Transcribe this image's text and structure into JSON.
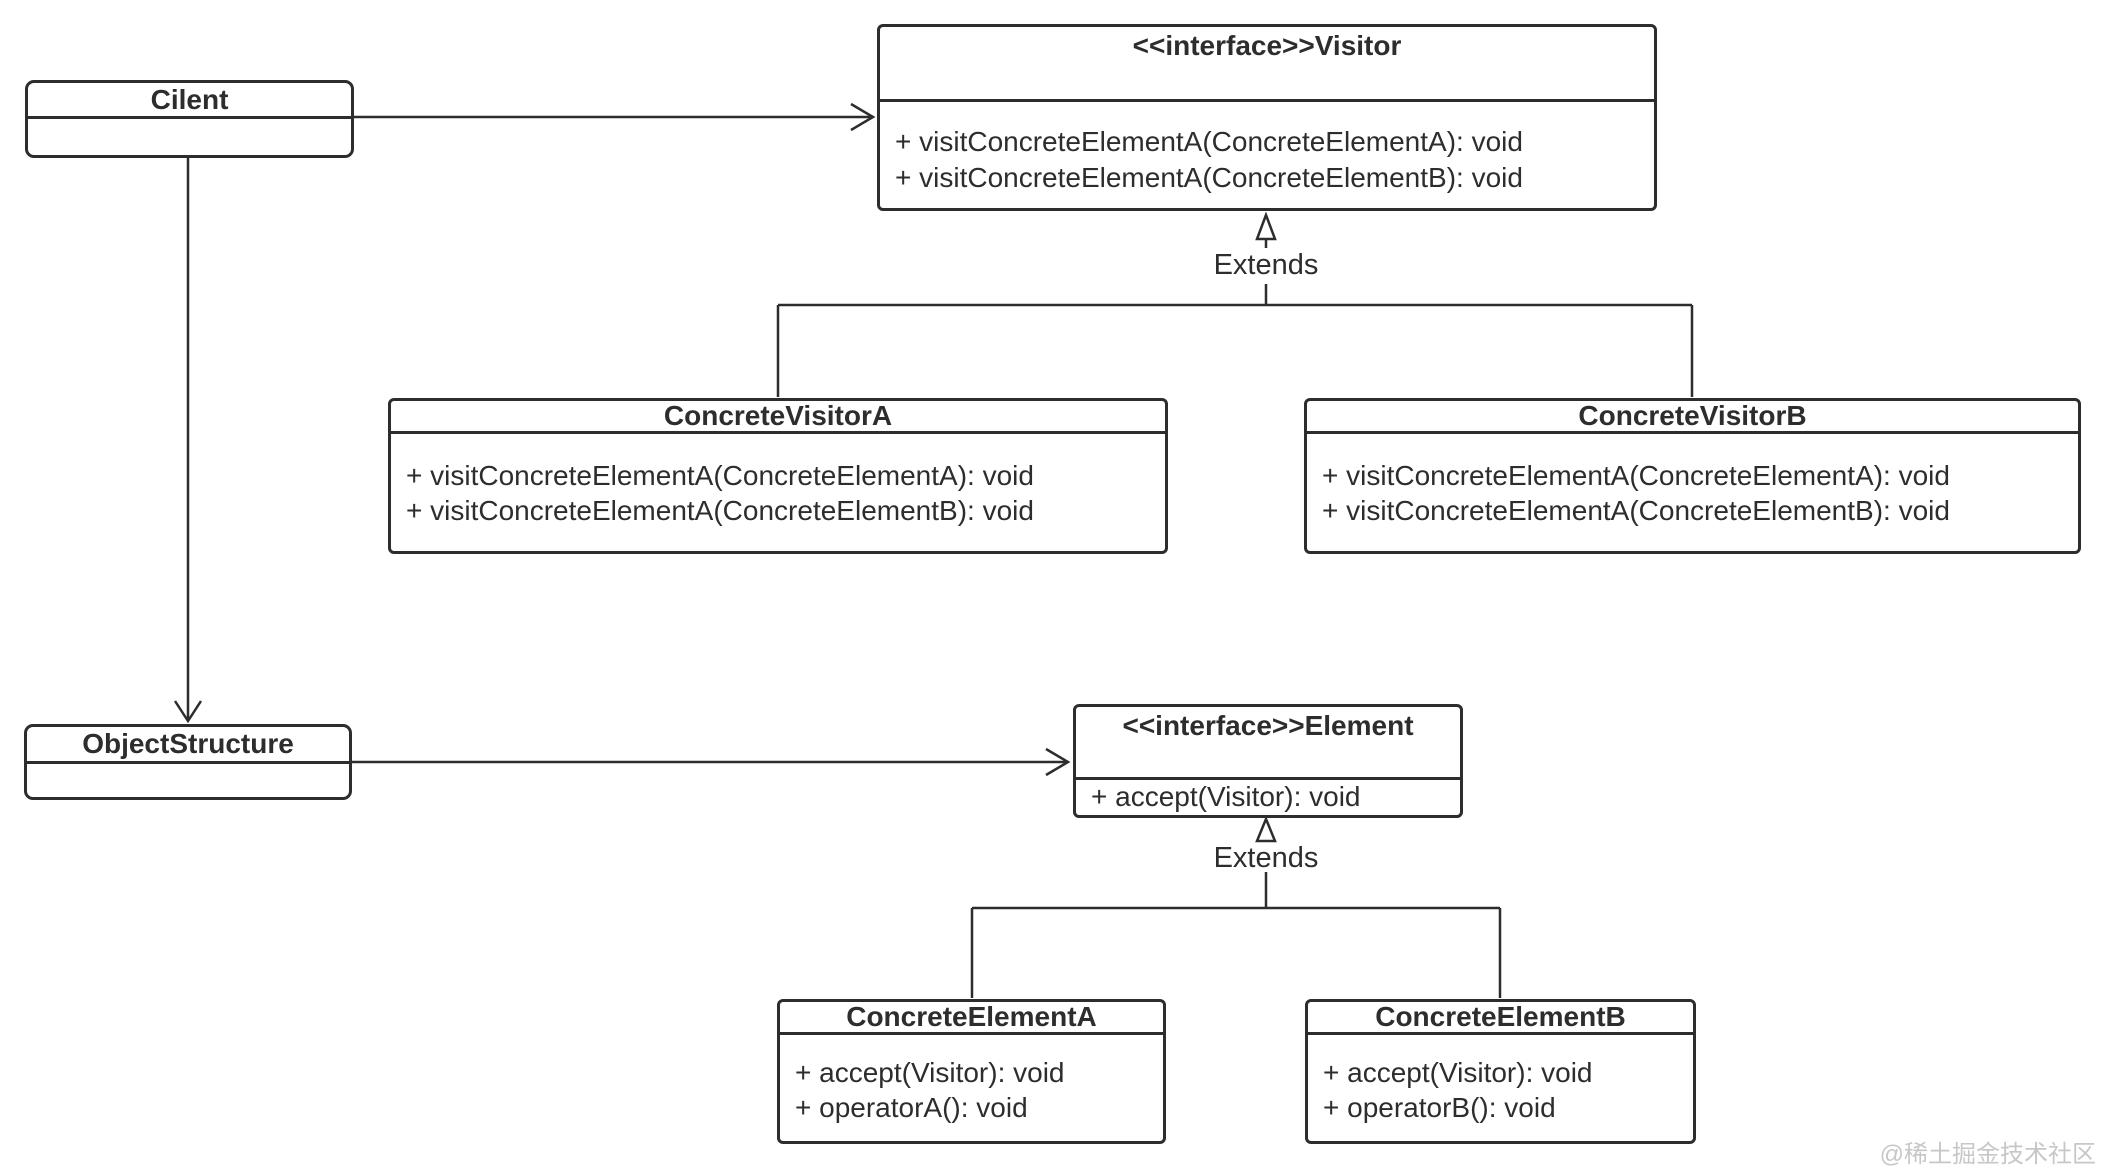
{
  "colors": {
    "stroke": "#2d2d2d",
    "text": "#2d2d2d",
    "background": "#ffffff",
    "watermark": "#c7c7c7"
  },
  "labels": {
    "extends_visitor": "Extends",
    "extends_element": "Extends"
  },
  "watermark": "@稀土掘金技术社区",
  "classes": {
    "client": {
      "title": "Cilent",
      "methods": []
    },
    "visitor_interface": {
      "title": "<<interface>>Visitor",
      "methods": [
        "+ visitConcreteElementA(ConcreteElementA): void",
        "+ visitConcreteElementA(ConcreteElementB): void"
      ]
    },
    "concrete_visitor_a": {
      "title": "ConcreteVisitorA",
      "methods": [
        "+ visitConcreteElementA(ConcreteElementA): void",
        "+ visitConcreteElementA(ConcreteElementB): void"
      ]
    },
    "concrete_visitor_b": {
      "title": "ConcreteVisitorB",
      "methods": [
        "+ visitConcreteElementA(ConcreteElementA): void",
        "+ visitConcreteElementA(ConcreteElementB): void"
      ]
    },
    "object_structure": {
      "title": "ObjectStructure",
      "methods": []
    },
    "element_interface": {
      "title": "<<interface>>Element",
      "methods": [
        "+ accept(Visitor): void"
      ]
    },
    "concrete_element_a": {
      "title": "ConcreteElementA",
      "methods": [
        "+ accept(Visitor): void",
        "+ operatorA(): void"
      ]
    },
    "concrete_element_b": {
      "title": "ConcreteElementB",
      "methods": [
        "+ accept(Visitor): void",
        "+ operatorB(): void"
      ]
    }
  }
}
